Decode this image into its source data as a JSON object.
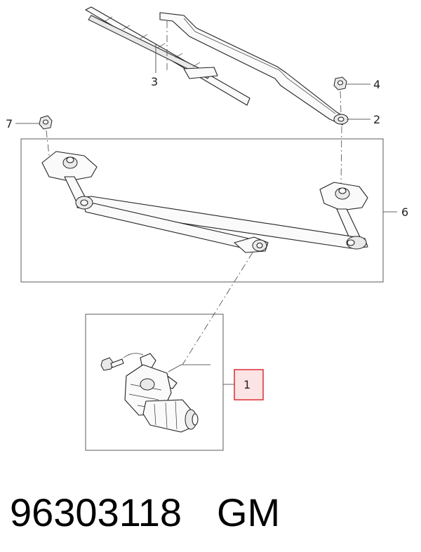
{
  "callouts": [
    "1",
    "2",
    "3",
    "4",
    "6",
    "7"
  ],
  "footer": {
    "part_number": "96303118",
    "brand": "GM"
  },
  "colors": {
    "highlight_fill": "#fde4e4",
    "highlight_stroke": "#d81e2a",
    "line": "#333333"
  }
}
